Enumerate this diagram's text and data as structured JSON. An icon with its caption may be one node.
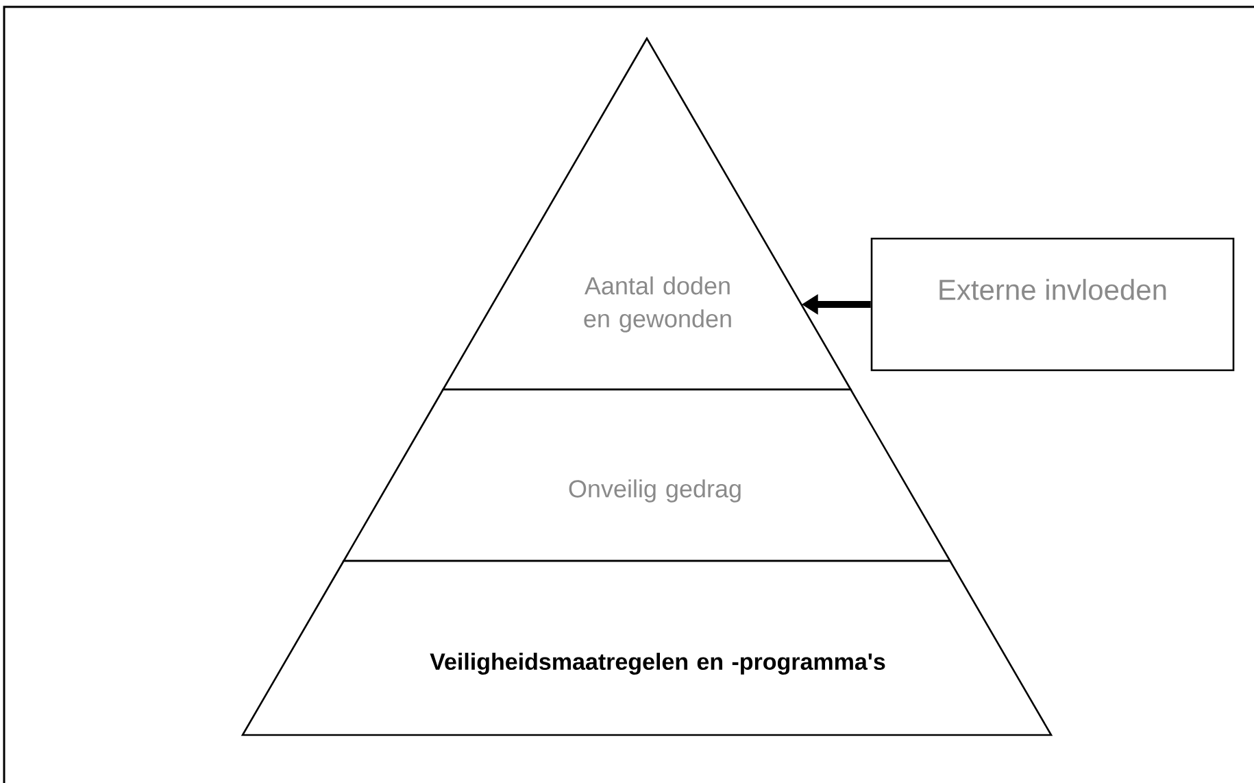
{
  "diagram": {
    "nodes": [
      {
        "text": [
          "Aantal doden en gewonden"
        ]
      },
      {
        "text": [
          "Onveilig gedrag"
        ]
      },
      {
        "text": [
          "Veiligheidsmaatregelen en -programma's"
        ]
      },
      {
        "text": [
          "Externe invloeden"
        ]
      }
    ],
    "edges": [
      {
        "from": 3,
        "to": 0,
        "arrow": "to"
      }
    ]
  }
}
